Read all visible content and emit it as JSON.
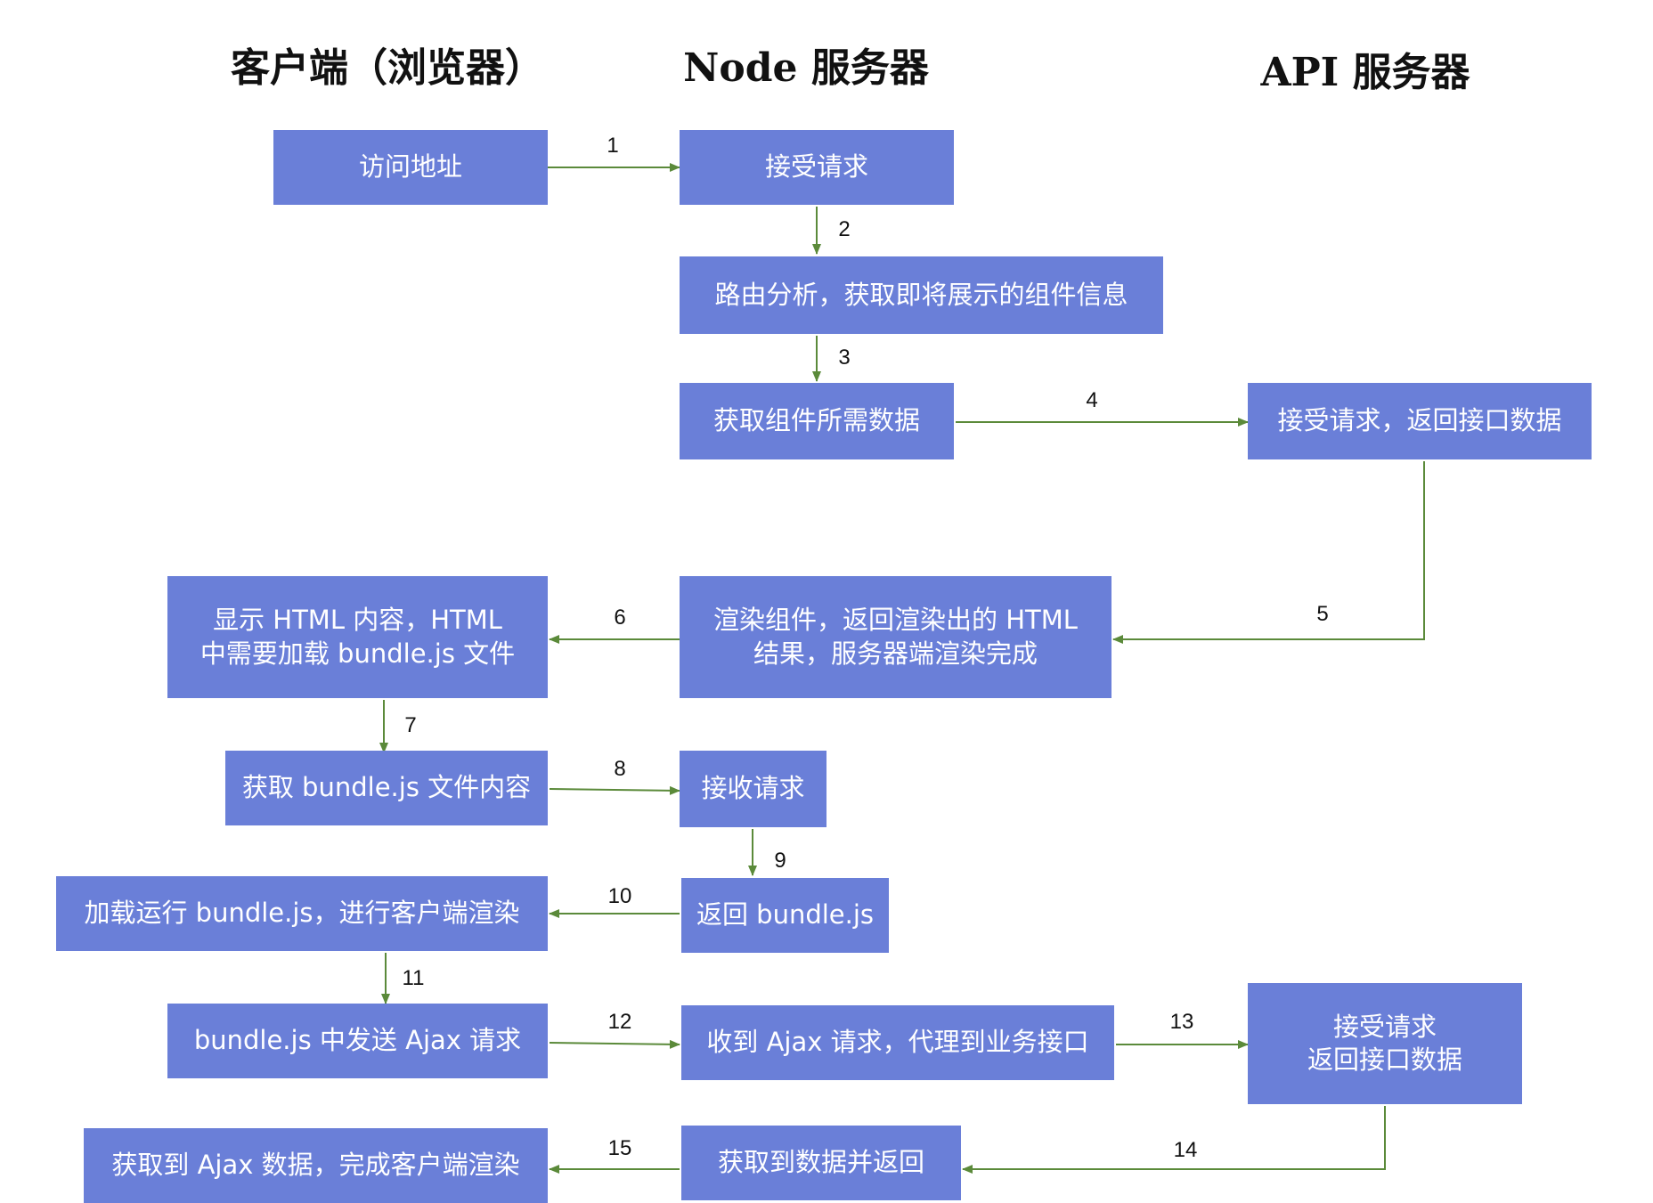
{
  "headers": {
    "client": "客户端（浏览器）",
    "node": "Node  服务器",
    "api": "API  服务器"
  },
  "nodes": {
    "visit": "访问地址",
    "accept": "接受请求",
    "route": "路由分析，获取即将展示的组件信息",
    "fetch": "获取组件所需数据",
    "api_return": "接受请求，返回接口数据",
    "render": "渲染组件，返回渲染出的 HTML\n结果，服务器端渲染完成",
    "display": "显示 HTML 内容，HTML\n中需要加载 bundle.js 文件",
    "get_bundle": "获取 bundle.js 文件内容",
    "receive": "接收请求",
    "return_bundle": "返回 bundle.js",
    "run_bundle": "加载运行 bundle.js，进行客户端渲染",
    "send_ajax": "bundle.js 中发送 Ajax 请求",
    "proxy": "收到 Ajax 请求，代理到业务接口",
    "api_accept": "接受请求\n返回接口数据",
    "get_data": "获取到数据并返回",
    "done": "获取到 Ajax 数据，完成客户端渲染"
  },
  "steps": [
    "1",
    "2",
    "3",
    "4",
    "5",
    "6",
    "7",
    "8",
    "9",
    "10",
    "11",
    "12",
    "13",
    "14",
    "15"
  ],
  "colors": {
    "box": "#6a7fd8",
    "arrow": "#5b8a3a",
    "text": "#111111"
  }
}
